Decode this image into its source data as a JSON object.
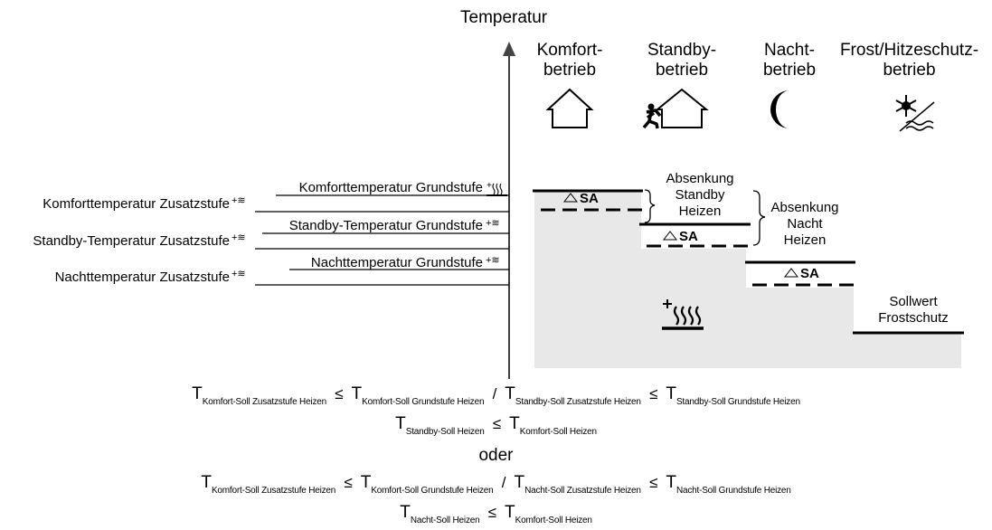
{
  "axis": {
    "title": "Temperatur"
  },
  "modes": [
    {
      "line1": "Komfort-",
      "line2": "betrieb",
      "icon": "house-icon"
    },
    {
      "line1": "Standby-",
      "line2": "betrieb",
      "icon": "person-house-icon"
    },
    {
      "line1": "Nacht-",
      "line2": "betrieb",
      "icon": "moon-icon"
    },
    {
      "line1": "Frost/Hitzeschutz-",
      "line2": "betrieb",
      "icon": "frost-heat-icon"
    }
  ],
  "left_labels": {
    "komfort_grund": "Komforttemperatur Grundstufe",
    "komfort_zusatz": "Komforttemperatur Zusatzstufe",
    "standby_grund": "Standby-Temperatur Grundstufe",
    "standby_zusatz": "Standby-Temperatur Zusatzstufe",
    "nacht_grund": "Nachttemperatur Grundstufe",
    "nacht_zusatz": "Nachttemperatur Zusatzstufe"
  },
  "annotations": {
    "sa": "SA",
    "absenkung_standby": [
      "Absenkung",
      "Standby",
      "Heizen"
    ],
    "absenkung_nacht": [
      "Absenkung",
      "Nacht",
      "Heizen"
    ],
    "sollwert_frost": [
      "Sollwert",
      "Frostschutz"
    ]
  },
  "formulas": {
    "T": "T",
    "le": "≤",
    "slash": "/",
    "oder": "oder",
    "komfort_zusatz": "Komfort-Soll Zusatzstufe Heizen",
    "komfort_grund": "Komfort-Soll Grundstufe Heizen",
    "standby_zusatz": "Standby-Soll Zusatzstufe Heizen",
    "standby_grund": "Standby-Soll Grundstufe Heizen",
    "standby_soll": "Standby-Soll Heizen",
    "komfort_soll": "Komfort-Soll Heizen",
    "nacht_zusatz": "Nacht-Soll Zusatzstufe Heizen",
    "nacht_grund": "Nacht-Soll Grundstufe Heizen",
    "nacht_soll": "Nacht-Soll Heizen"
  },
  "colors": {
    "fill": "#e8e8e8",
    "line": "#000000"
  }
}
